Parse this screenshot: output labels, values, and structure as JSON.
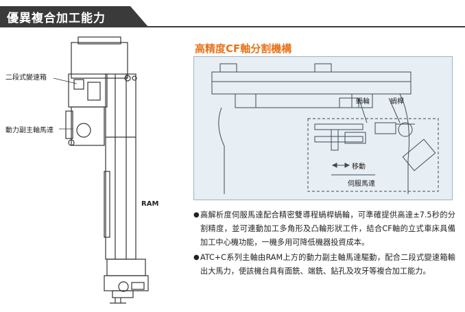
{
  "header": {
    "title": "優異複合加工能力"
  },
  "left_figure": {
    "label_gearbox": "二段式變速箱",
    "label_motor": "動力副主軸馬達",
    "label_ram": "RAM"
  },
  "right_section": {
    "title": "高精度CF軸分割機構",
    "diagram": {
      "label_worm_wheel": "蝸輪",
      "label_worm": "蝸桿",
      "label_move": "移動",
      "label_servo": "伺服馬達"
    }
  },
  "bullets": [
    {
      "text": "高解析度伺服馬達配合精密雙導程蝸桿蝸輪，可準確提供高達±7.5秒的分割精度，並可連動加工多角形及凸輪形狀工件，結合CF軸的立式車床具備加工中心機功能，一機多用可降低機器投資成本。"
    },
    {
      "text": "ATC+C系列主軸由RAM上方的動力副主軸馬達驅動，配合二段式變速箱輸出大馬力，使該機台具有面銑、端銑、鉆孔及攻牙等複合加工能力。"
    }
  ],
  "colors": {
    "header_bg": "#3a3a3a",
    "accent": "#e8731a",
    "diagram_bg": "#e7eef4"
  }
}
